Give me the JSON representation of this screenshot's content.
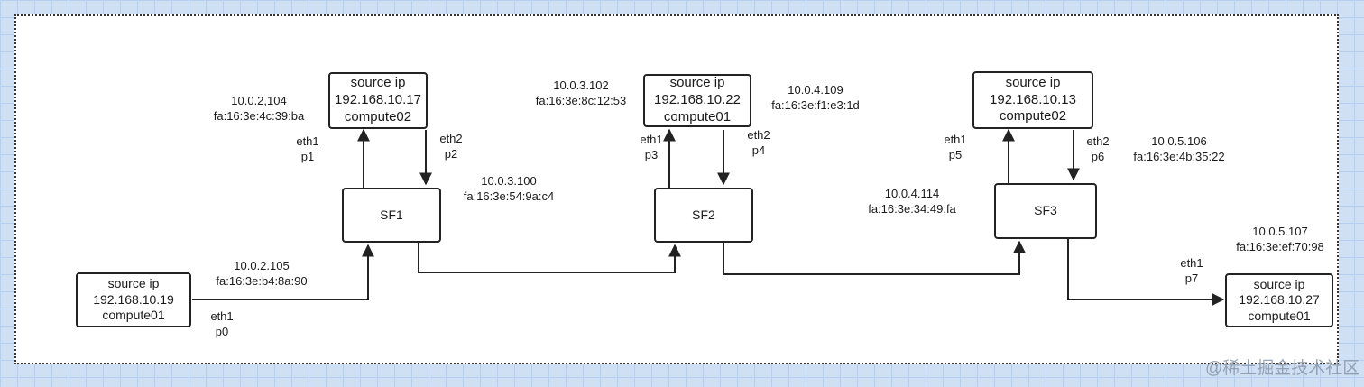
{
  "nodes": {
    "src_c02_17": {
      "line1": "source ip",
      "line2": "192.168.10.17",
      "line3": "compute02"
    },
    "src_c01_22": {
      "line1": "source ip",
      "line2": "192.168.10.22",
      "line3": "compute01"
    },
    "src_c02_13": {
      "line1": "source ip",
      "line2": "192.168.10.13",
      "line3": "compute02"
    },
    "src_c01_19": {
      "line1": "source ip",
      "line2": "192.168.10.19",
      "line3": "compute01"
    },
    "src_c01_27": {
      "line1": "source ip",
      "line2": "192.168.10.27",
      "line3": "compute01"
    },
    "sf1": {
      "label": "SF1"
    },
    "sf2": {
      "label": "SF2"
    },
    "sf3": {
      "label": "SF3"
    }
  },
  "labels": {
    "sf1_eth1_addr": {
      "ip": "10.0.2,104",
      "mac": "fa:16:3e:4c:39:ba"
    },
    "sf1_eth1_port": {
      "iface": "eth1",
      "port": "p1"
    },
    "sf1_eth2_port": {
      "iface": "eth2",
      "port": "p2"
    },
    "sf1_eth2_addr": {
      "ip": "10.0.3.100",
      "mac": "fa:16:3e:54:9a:c4"
    },
    "sf2_eth1_addr": {
      "ip": "10.0.3.102",
      "mac": "fa:16:3e:8c:12:53"
    },
    "sf2_eth2_addr": {
      "ip": "10.0.4.109",
      "mac": "fa:16:3e:f1:e3:1d"
    },
    "sf2_eth1_port": {
      "iface": "eth1",
      "port": "p3"
    },
    "sf2_eth2_port": {
      "iface": "eth2",
      "port": "p4"
    },
    "sf3_eth1_addr": {
      "ip": "10.0.4.114",
      "mac": "fa:16:3e:34:49:fa"
    },
    "sf3_eth1_port": {
      "iface": "eth1",
      "port": "p5"
    },
    "sf3_eth2_port": {
      "iface": "eth2",
      "port": "p6"
    },
    "sf3_eth2_addr": {
      "ip": "10.0.5.106",
      "mac": "fa:16:3e:4b:35:22"
    },
    "dst_addr": {
      "ip": "10.0.5.107",
      "mac": "fa:16:3e:ef:70:98"
    },
    "dst_port": {
      "iface": "eth1",
      "port": "p7"
    },
    "src_addr": {
      "ip": "10.0.2.105",
      "mac": "fa:16:3e:b4:8a:90"
    },
    "src_port": {
      "iface": "eth1",
      "port": "p0"
    }
  },
  "watermark": "@稀土掘金技术社区",
  "colors": {
    "line": "#222222",
    "background": "#cfe0f5",
    "grid": "#b7cfee"
  }
}
